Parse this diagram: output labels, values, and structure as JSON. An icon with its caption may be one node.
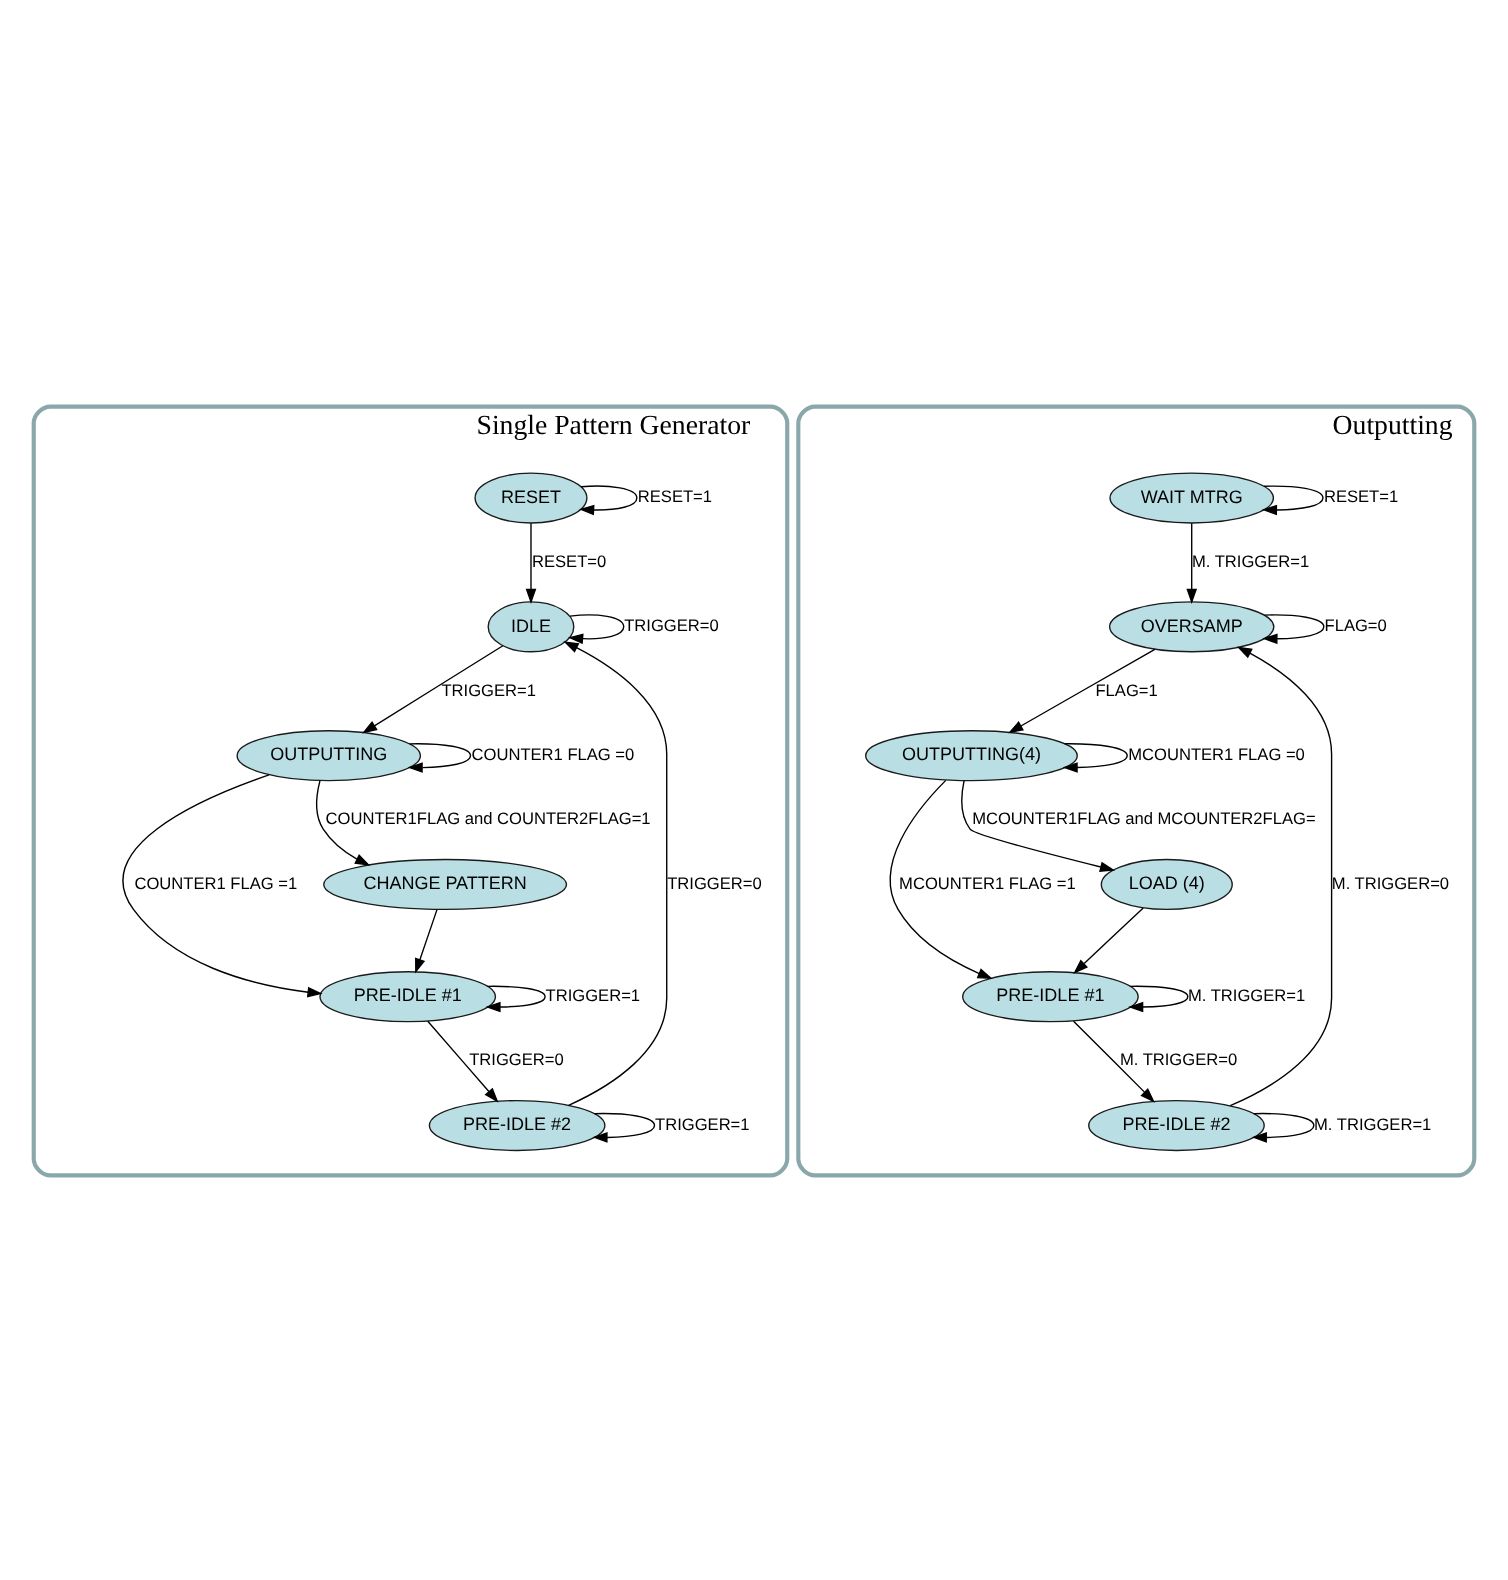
{
  "diagram": {
    "nodes": [
      {
        "text": [
          "Single Pattern Generator"
        ]
      },
      {
        "text": [
          "RESET"
        ],
        "in": 0
      },
      {
        "text": [
          "IDLE"
        ],
        "in": 0
      },
      {
        "text": [
          "PRE-IDLE #2"
        ],
        "in": 0
      },
      {
        "text": [
          "PRE-IDLE #1"
        ],
        "in": 0
      },
      {
        "text": [
          "CHANGE PATTERN"
        ],
        "in": 0
      },
      {
        "text": [
          "OUTPUTTING"
        ],
        "in": 0
      },
      {
        "text": [
          "Outputting"
        ]
      },
      {
        "text": [
          "WAIT MTRG"
        ],
        "in": 7
      },
      {
        "text": [
          "OVERSAMP"
        ],
        "in": 7
      },
      {
        "text": [
          "PRE-IDLE #2"
        ],
        "in": 7
      },
      {
        "text": [
          "PRE-IDLE #1"
        ],
        "in": 7
      },
      {
        "text": [
          "LOAD (4)"
        ],
        "in": 7
      },
      {
        "text": [
          "OUTPUTTING(4)"
        ],
        "in": 7
      }
    ],
    "edges": [
      {
        "from": 1,
        "to": 1,
        "arrow": "to",
        "label": "RESET=1"
      },
      {
        "from": 1,
        "to": 2,
        "arrow": "to",
        "label": "RESET=0"
      },
      {
        "from": 2,
        "to": 2,
        "arrow": "to",
        "label": "TRIGGER=0"
      },
      {
        "from": 3,
        "to": 3,
        "arrow": "to",
        "label": "TRIGGER=1"
      },
      {
        "from": 3,
        "to": 2,
        "arrow": "to",
        "label": "TRIGGER=0"
      },
      {
        "from": 4,
        "to": 4,
        "arrow": "to",
        "label": "TRIGGER=1"
      },
      {
        "from": 4,
        "to": 3,
        "arrow": "to",
        "label": "TRIGGER=0"
      },
      {
        "from": 5,
        "to": 4,
        "arrow": "to"
      },
      {
        "from": 2,
        "to": 6,
        "arrow": "to",
        "label": "TRIGGER=1"
      },
      {
        "from": 6,
        "to": 4,
        "arrow": "to",
        "label": "COUNTER1 FLAG =1"
      },
      {
        "from": 6,
        "to": 5,
        "arrow": "to",
        "label": "COUNTER1FLAG and COUNTER2FLAG=1"
      },
      {
        "from": 6,
        "to": 6,
        "arrow": "to",
        "label": "COUNTER1 FLAG =0"
      },
      {
        "from": 8,
        "to": 8,
        "arrow": "to",
        "label": "RESET=1"
      },
      {
        "from": 8,
        "to": 9,
        "arrow": "to",
        "label": "M. TRIGGER=1"
      },
      {
        "from": 9,
        "to": 9,
        "arrow": "to",
        "label": "FLAG=0"
      },
      {
        "from": 10,
        "to": 10,
        "arrow": "to",
        "label": "M. TRIGGER=1"
      },
      {
        "from": 10,
        "to": 9,
        "arrow": "to",
        "label": "M. TRIGGER=0"
      },
      {
        "from": 11,
        "to": 11,
        "arrow": "to",
        "label": "M. TRIGGER=1"
      },
      {
        "from": 11,
        "to": 10,
        "arrow": "to",
        "label": "M. TRIGGER=0"
      },
      {
        "from": 12,
        "to": 11,
        "arrow": "to"
      },
      {
        "from": 9,
        "to": 13,
        "arrow": "to",
        "label": "FLAG=1"
      },
      {
        "from": 13,
        "to": 11,
        "arrow": "to",
        "label": "MCOUNTER1 FLAG =1"
      },
      {
        "from": 13,
        "to": 12,
        "arrow": "to",
        "label": "MCOUNTER1FLAG and MCOUNTER2FLAG="
      },
      {
        "from": 13,
        "to": 13,
        "arrow": "to",
        "label": "MCOUNTER1 FLAG =0"
      }
    ]
  }
}
